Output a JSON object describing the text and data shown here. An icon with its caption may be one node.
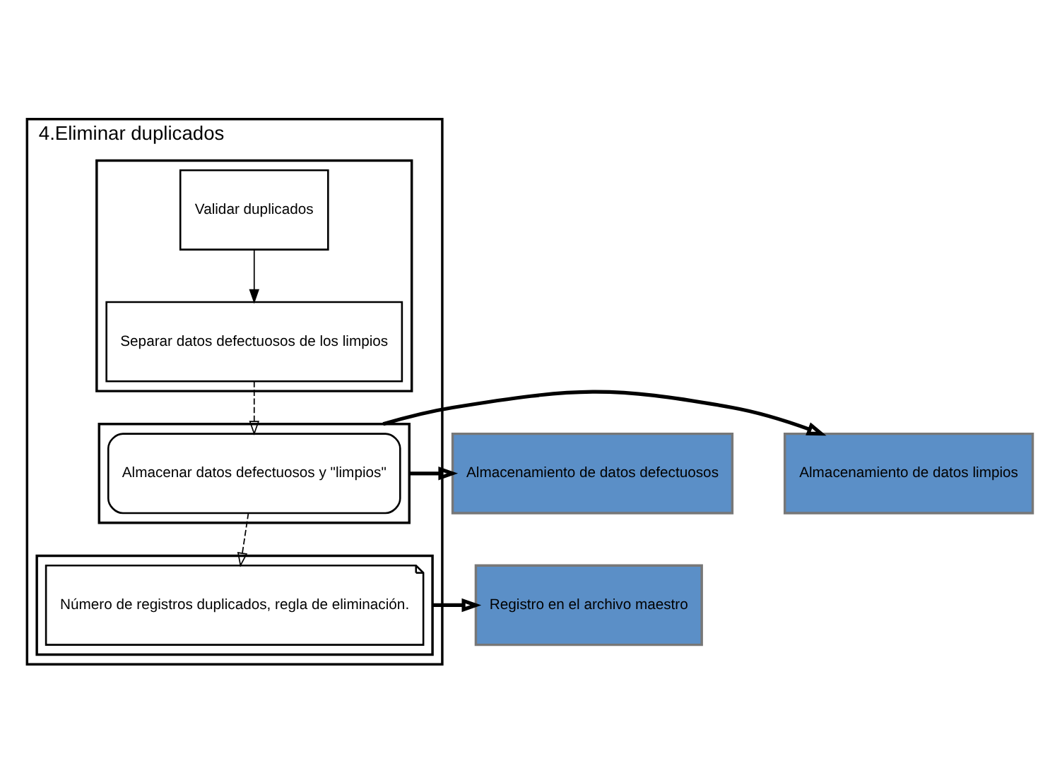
{
  "diagram": {
    "nodes": [
      {
        "text": [
          "4.Eliminar duplicados"
        ]
      },
      {
        "text": [],
        "shape": "band",
        "in": 0
      },
      {
        "text": [],
        "shape": "band",
        "in": 0
      },
      {
        "text": [],
        "shape": "band",
        "in": 0
      },
      {
        "text": [
          "Validar duplicados"
        ],
        "in": 1
      },
      {
        "text": [
          "Separar datos defectuosos de los limpios"
        ],
        "in": 1
      },
      {
        "text": [
          "Almacenar datos defectuosos y \"limpios\""
        ],
        "in": 2
      },
      {
        "text": [
          "Número de registros duplicados, regla de eliminación."
        ],
        "in": 3
      },
      {
        "text": [
          "Almacenamiento de datos defectuosos"
        ]
      },
      {
        "text": [
          "Almacenamiento de datos limpios"
        ]
      },
      {
        "text": [
          "Registro en el archivo maestro"
        ]
      }
    ],
    "edges": [
      {
        "from": 4,
        "to": 5,
        "arrow": "to"
      },
      {
        "from": 5,
        "to": 6,
        "arrow": "to",
        "style": "dashed"
      },
      {
        "from": 6,
        "to": 7,
        "arrow": "to",
        "style": "dashed"
      },
      {
        "from": 2,
        "to": 8,
        "arrow": "to",
        "style": "thick"
      },
      {
        "from": 2,
        "to": 9,
        "arrow": "to",
        "style": "thick"
      },
      {
        "from": 3,
        "to": 10,
        "arrow": "to",
        "style": "thick"
      }
    ]
  }
}
